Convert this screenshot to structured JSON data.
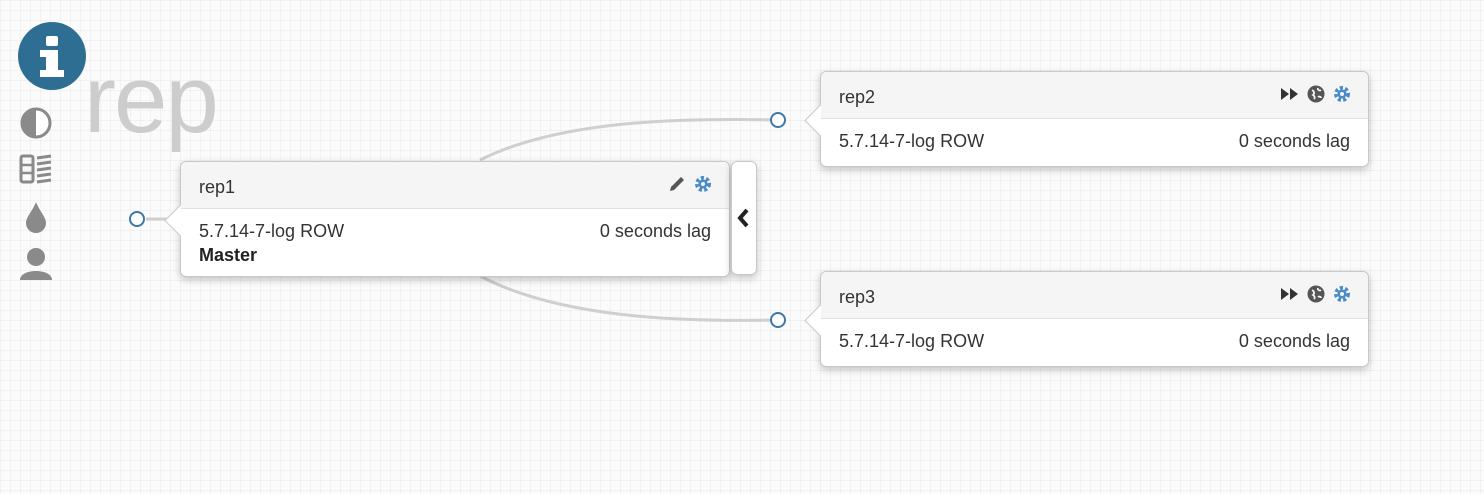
{
  "cluster": {
    "title": "rep"
  },
  "toolbar": {
    "items": [
      "info-icon",
      "contrast-icon",
      "list-icon",
      "drop-icon",
      "user-icon"
    ]
  },
  "nodes": [
    {
      "name": "rep1",
      "version": "5.7.14-7-log ROW",
      "lag": "0 seconds lag",
      "role": "Master",
      "icons": [
        "pencil-icon",
        "gear-icon"
      ]
    },
    {
      "name": "rep2",
      "version": "5.7.14-7-log ROW",
      "lag": "0 seconds lag",
      "icons": [
        "fast-forward-icon",
        "globe-icon",
        "gear-icon"
      ]
    },
    {
      "name": "rep3",
      "version": "5.7.14-7-log ROW",
      "lag": "0 seconds lag",
      "icons": [
        "fast-forward-icon",
        "globe-icon",
        "gear-icon"
      ]
    }
  ],
  "colors": {
    "accent": "#2e6e93",
    "port": "#3d78a8",
    "gear": "#4a8cc7",
    "grey_icon": "#8a8a8a"
  }
}
